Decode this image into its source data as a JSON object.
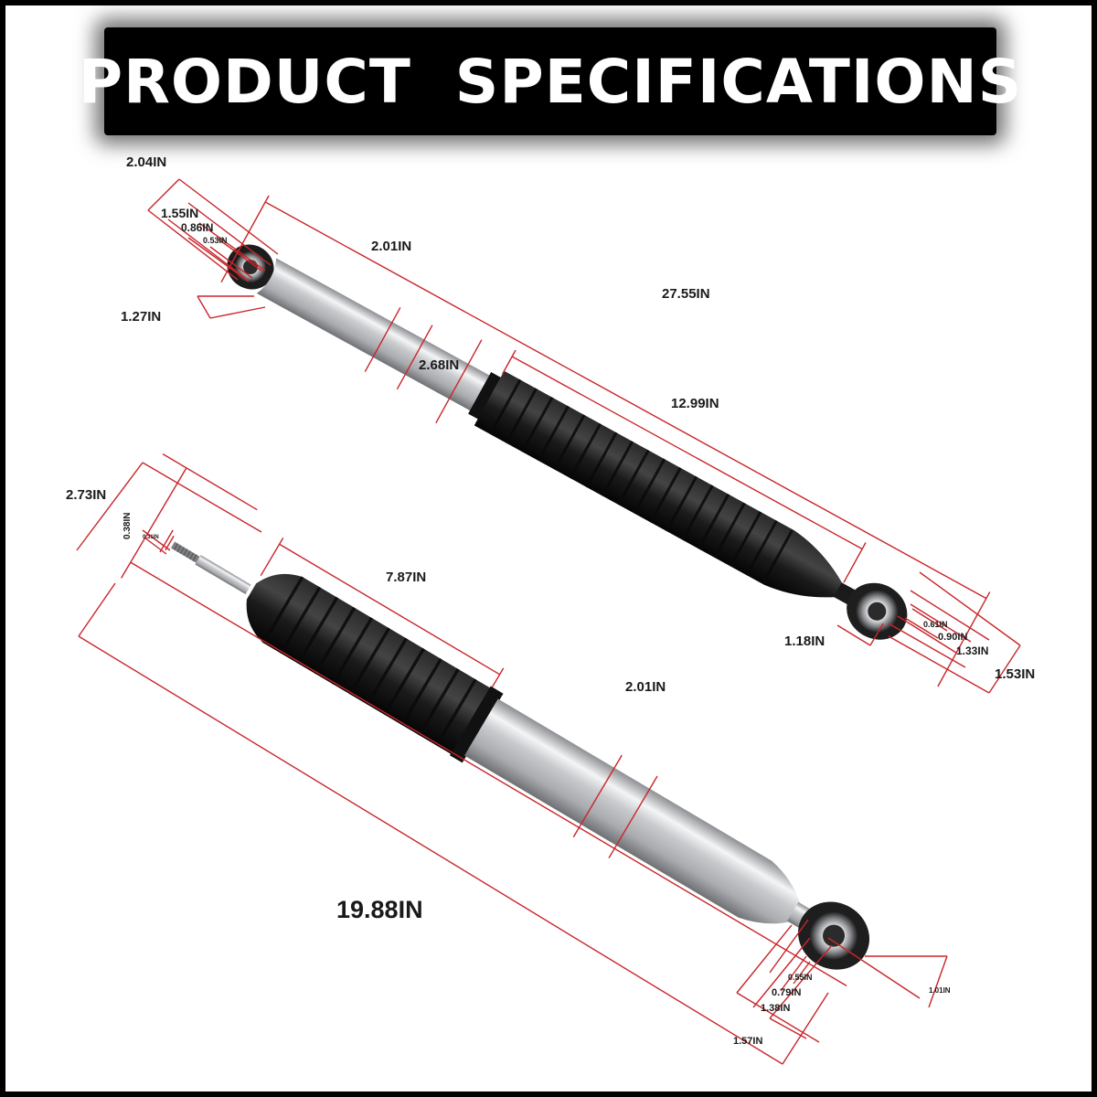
{
  "title": "PRODUCT  SPECIFICATIONS",
  "colors": {
    "dimension_line": "#c8262a",
    "background": "#ffffff",
    "banner": "#000000"
  },
  "upper_shock": {
    "labels": {
      "eye_outer": "2.04IN",
      "eye_bushing_outer": "1.55IN",
      "eye_sleeve": "0.86IN",
      "eye_bolt_hole": "0.53IN",
      "eye_width": "1.27IN",
      "body_diameter": "2.01IN",
      "boot_diameter": "2.68IN",
      "overall_length": "27.55IN",
      "boot_length": "12.99IN",
      "lower_eye_width": "1.18IN",
      "lower_eye_bolt_hole": "0.61IN",
      "lower_eye_sleeve": "0.90IN",
      "lower_eye_bushing_outer": "1.33IN",
      "lower_eye_outer": "1.53IN"
    }
  },
  "lower_shock": {
    "labels": {
      "top_width": "2.73IN",
      "stud_diameter": "0.38IN",
      "stud_thread": "0.31IN",
      "boot_length": "7.87IN",
      "body_diameter": "2.01IN",
      "overall_length": "19.88IN",
      "eye_bolt_hole": "0.55IN",
      "eye_sleeve": "0.79IN",
      "eye_bushing_outer": "1.38IN",
      "eye_outer": "1.57IN",
      "eye_width": "1.01IN"
    }
  }
}
